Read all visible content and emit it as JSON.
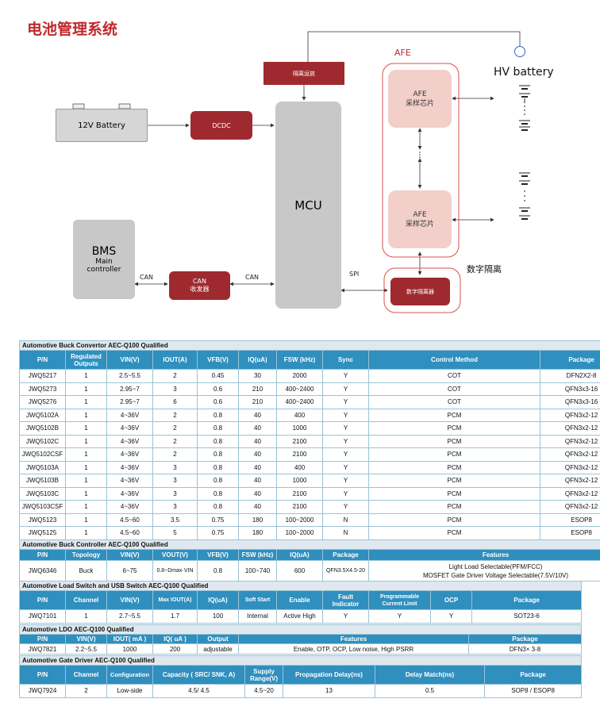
{
  "title": "电池管理系统",
  "diagram": {
    "battery12v": "12V Battery",
    "dcdc": "DCDC",
    "isolation_op": "隔离运放",
    "mcu": "MCU",
    "afe_group_label": "AFE",
    "afe_chips": [
      {
        "name": "AFE",
        "sub": "采样芯片"
      },
      {
        "name": "AFE",
        "sub": "采样芯片"
      }
    ],
    "hv_battery": "HV battery",
    "bms": {
      "name": "BMS",
      "sub1": "Main",
      "sub2": "controller"
    },
    "can_transceiver": {
      "line1": "CAN",
      "line2": "收发器"
    },
    "can_left": "CAN",
    "can_right": "CAN",
    "spi": "SPI",
    "digital_isolator": "数字隔离器",
    "digital_isolation_label": "数字隔离"
  },
  "tables": {
    "buck_converter": {
      "title": "Automotive Buck Convertor  AEC-Q100 Qualified",
      "headers": [
        "P/N",
        "Regulated Outputs",
        "VIN(V)",
        "IOUT(A)",
        "VFB(V)",
        "IQ(uA)",
        "FSW (kHz)",
        "Sync",
        "Control    Method",
        "Package"
      ],
      "rows": [
        [
          "JWQ5217",
          "1",
          "2.5~5.5",
          "2",
          "0.45",
          "30",
          "2000",
          "Y",
          "COT",
          "DFN2X2-8"
        ],
        [
          "JWQ5273",
          "1",
          "2.95~7",
          "3",
          "0.6",
          "210",
          "400~2400",
          "Y",
          "COT",
          "QFN3x3-16"
        ],
        [
          "JWQ5276",
          "1",
          "2.95~7",
          "6",
          "0.6",
          "210",
          "400~2400",
          "Y",
          "COT",
          "QFN3x3-16"
        ],
        [
          "JWQ5102A",
          "1",
          "4~36V",
          "2",
          "0.8",
          "40",
          "400",
          "Y",
          "PCM",
          "QFN3x2-12"
        ],
        [
          "JWQ5102B",
          "1",
          "4~36V",
          "2",
          "0.8",
          "40",
          "1000",
          "Y",
          "PCM",
          "QFN3x2-12"
        ],
        [
          "JWQ5102C",
          "1",
          "4~36V",
          "2",
          "0.8",
          "40",
          "2100",
          "Y",
          "PCM",
          "QFN3x2-12"
        ],
        [
          "JWQ5102CSF",
          "1",
          "4~36V",
          "2",
          "0.8",
          "40",
          "2100",
          "Y",
          "PCM",
          "QFN3x2-12"
        ],
        [
          "JWQ5103A",
          "1",
          "4~36V",
          "3",
          "0.8",
          "40",
          "400",
          "Y",
          "PCM",
          "QFN3x2-12"
        ],
        [
          "JWQ5103B",
          "1",
          "4~36V",
          "3",
          "0.8",
          "40",
          "1000",
          "Y",
          "PCM",
          "QFN3x2-12"
        ],
        [
          "JWQ5103C",
          "1",
          "4~36V",
          "3",
          "0.8",
          "40",
          "2100",
          "Y",
          "PCM",
          "QFN3x2-12"
        ],
        [
          "JWQ5103CSF",
          "1",
          "4~36V",
          "3",
          "0.8",
          "40",
          "2100",
          "Y",
          "PCM",
          "QFN3x2-12"
        ],
        [
          "JWQ5123",
          "1",
          "4.5~60",
          "3.5",
          "0.75",
          "180",
          "100~2000",
          "N",
          "PCM",
          "ESOP8"
        ],
        [
          "JWQ5125",
          "1",
          "4.5~60",
          "5",
          "0.75",
          "180",
          "100~2000",
          "N",
          "PCM",
          "ESOP8"
        ]
      ]
    },
    "buck_controller": {
      "title": "Automotive Buck Controller  AEC-Q100 Qualified",
      "headers": [
        "P/N",
        "Topology",
        "VIN(V)",
        "VOUT(V)",
        "VFB(V)",
        "FSW (kHz)",
        "IQ(uA)",
        "Package",
        "Features"
      ],
      "row": [
        "JWQ6346",
        "Buck",
        "6~75",
        "0.8~Dmax·VIN",
        "0.8",
        "100~740",
        "600",
        "QFN3.5X4.5-20"
      ],
      "features": [
        "Light Load Selectable(PFM/FCC)",
        "MOSFET Gate Driver Voltage Selectable(7.5V/10V)"
      ]
    },
    "load_switch": {
      "title": "Automotive Load Switch and USB Switch  AEC-Q100 Qualified",
      "headers": [
        "P/N",
        "Channel",
        "VIN(V)",
        "Max IOUT(A)",
        "IQ(uA)",
        "Soft Start",
        "Enable",
        "Fault Indicator",
        "Programmable Current Limit",
        "OCP",
        "Package"
      ],
      "row": [
        "JWQ7101",
        "1",
        "2.7~5.5",
        "1.7",
        "100",
        "Internal",
        "Active High",
        "Y",
        "Y",
        "Y",
        "SOT23-6"
      ]
    },
    "ldo": {
      "title": "Automotive LDO  AEC-Q100 Qualified",
      "headers": [
        "P/N",
        "VIN(V)",
        "IOUT( mA )",
        "IQ( uA )",
        "Output",
        "Features",
        "Package"
      ],
      "row": [
        "JWQ7821",
        "2.2~5.5",
        "1000",
        "200",
        "adjustable",
        "Enable, OTP, OCP, Low  noise, High PSRR",
        "DFN3× 3-8"
      ]
    },
    "gate_driver": {
      "title": "Automotive Gate Driver  AEC-Q100 Qualified",
      "headers": [
        "P/N",
        "Channel",
        "Configuration",
        "Capacity ( SRC/ SNK, A)",
        "Supply Range(V)",
        "Propagation Delay(ns)",
        "Delay Match(ns)",
        "Package"
      ],
      "row": [
        "JWQ7924",
        "2",
        "Low-side",
        "4.5/ 4.5",
        "4.5~20",
        "13",
        "0.5",
        "SOP8 / ESOP8"
      ]
    }
  }
}
